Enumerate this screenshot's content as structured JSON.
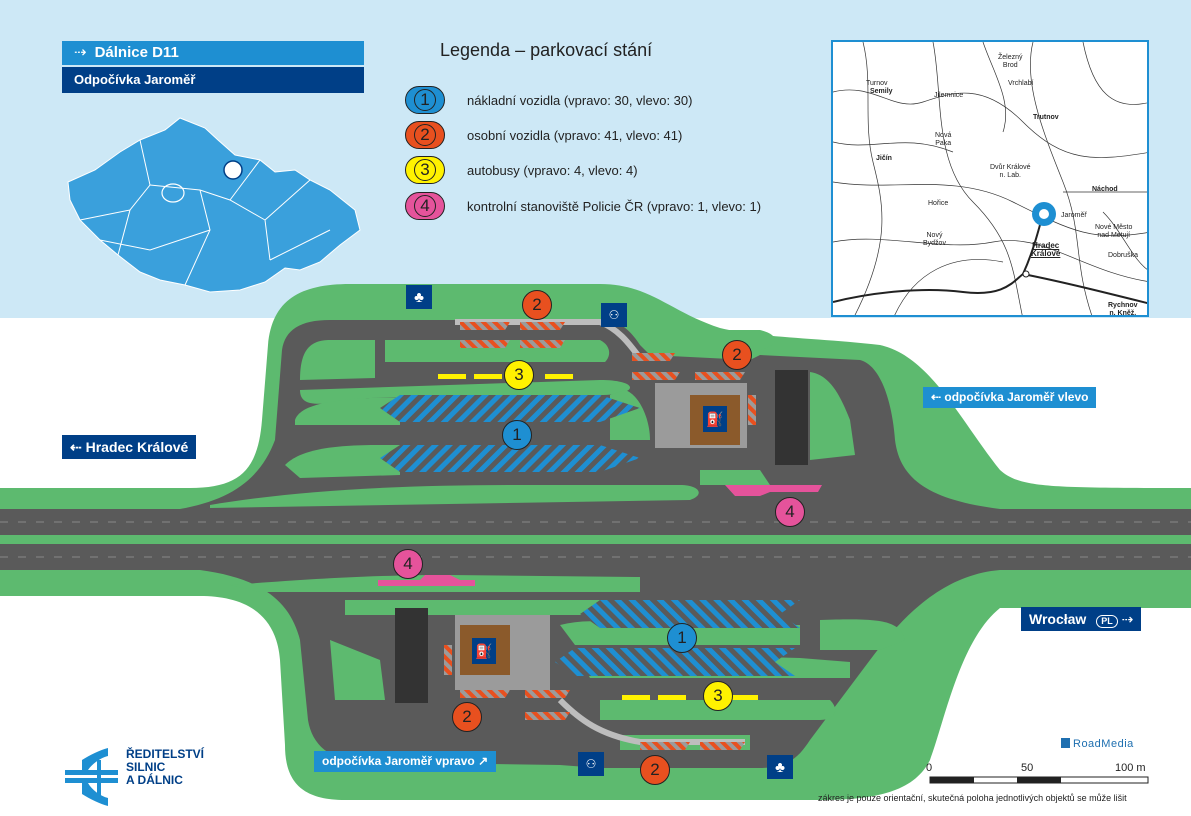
{
  "header": {
    "highway": "Dálnice D11",
    "rest_area": "Odpočívka Jaroměř"
  },
  "legend": {
    "title": "Legenda – parkovací stání",
    "items": [
      {
        "num": "1",
        "color": "#1e8fd2",
        "text": "nákladní vozidla (vpravo: 30, vlevo: 30)"
      },
      {
        "num": "2",
        "color": "#e8501f",
        "text": "osobní vozidla (vpravo: 41, vlevo: 41)"
      },
      {
        "num": "3",
        "color": "#fff200",
        "text": "autobusy (vpravo: 4, vlevo: 4)"
      },
      {
        "num": "4",
        "color": "#e5539b",
        "text": "kontrolní stanoviště Policie ČR (vpravo: 1, vlevo: 1)"
      }
    ]
  },
  "directions": {
    "hradec": "⇠ Hradec Králové",
    "jaromer_left": "⇠ odpočívka Jaroměř vlevo",
    "wroclaw": "Wrocław",
    "wroclaw_badge": "PL",
    "wroclaw_arrow": "⇢",
    "jaromer_right": "odpočívka Jaroměř vpravo ↗"
  },
  "header_arrow": "⇢",
  "minimap": {
    "towns": [
      {
        "name": "Železný\nBrod",
        "bold": false
      },
      {
        "name": "Turnov",
        "bold": false
      },
      {
        "name": "Semily",
        "bold": true
      },
      {
        "name": "Jilemnice",
        "bold": false
      },
      {
        "name": "Vrchlabí",
        "bold": false
      },
      {
        "name": "Trutnov",
        "bold": true
      },
      {
        "name": "Nová\nPaka",
        "bold": false
      },
      {
        "name": "Jičín",
        "bold": true
      },
      {
        "name": "Dvůr Králové\nn. Lab.",
        "bold": false
      },
      {
        "name": "Náchod",
        "bold": true
      },
      {
        "name": "Hořice",
        "bold": false
      },
      {
        "name": "Jaroměř",
        "bold": false
      },
      {
        "name": "Nové Město\nnad Metují",
        "bold": false
      },
      {
        "name": "Nový\nBydžov",
        "bold": false
      },
      {
        "name": "Hradec\nKrálové",
        "bold": true
      },
      {
        "name": "Dobruška",
        "bold": false
      },
      {
        "name": "Rychnov\nn. Kněž.",
        "bold": true
      }
    ]
  },
  "markers": [
    {
      "num": "2"
    },
    {
      "num": "3"
    },
    {
      "num": "1"
    },
    {
      "num": "2"
    },
    {
      "num": "4"
    },
    {
      "num": "4"
    },
    {
      "num": "1"
    },
    {
      "num": "2"
    },
    {
      "num": "3"
    },
    {
      "num": "2"
    }
  ],
  "footer": {
    "rsd": [
      "ŘEDITELSTVÍ",
      "SILNIC",
      "A DÁLNIC"
    ],
    "roadmedia": "RoadMedia",
    "scale": {
      "zero": "0",
      "mid": "50",
      "end": "100 m"
    },
    "note": "zákres je pouze orientační, skutečná poloha jednotlivých objektů se může lišit"
  },
  "colors": {
    "sky": "#cde8f6",
    "grass": "#5dba6f",
    "road": "#5a5a5a",
    "lightblue": "#1e8fd2",
    "darkblue": "#003f87",
    "orange": "#e8501f",
    "yellow": "#fff200",
    "pink": "#e5539b",
    "czech": "#3aa0dc"
  }
}
